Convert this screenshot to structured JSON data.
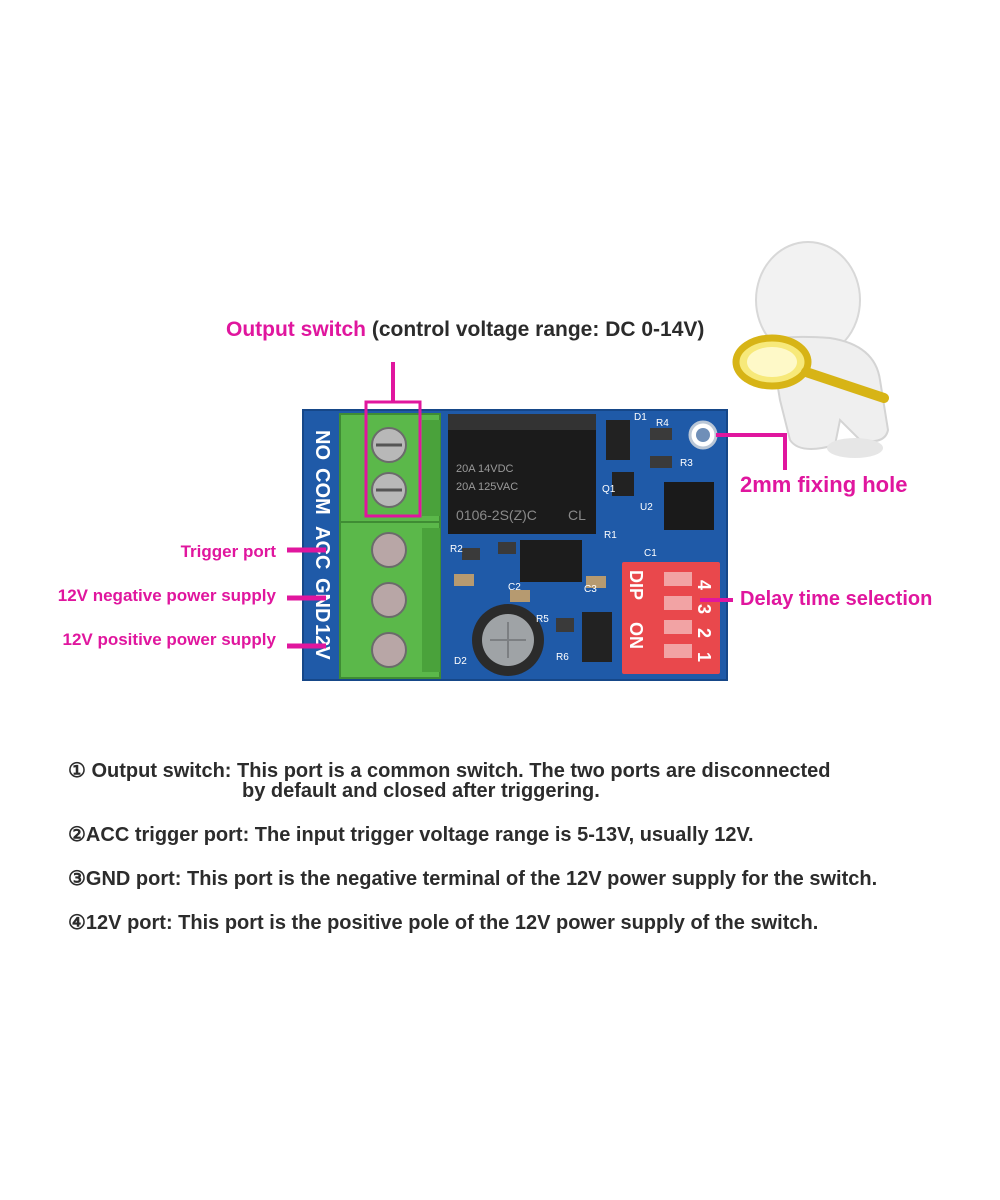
{
  "callouts": {
    "output_switch_label": "Output switch",
    "output_switch_detail": " (control voltage range: DC 0-14V)",
    "trigger_port": "Trigger port",
    "negative_supply": "12V negative power supply",
    "positive_supply": "12V positive power supply",
    "fixing_hole": "2mm fixing hole",
    "delay_selection": "Delay time selection"
  },
  "board": {
    "pin_labels": [
      "NO",
      "COM",
      "ACC",
      "GND",
      "12V"
    ],
    "relay_text": [
      "20A 14VDC",
      "20A 125VAC",
      "0106-2S(Z)C",
      "CL"
    ],
    "dip": {
      "brand": "DIP",
      "on": "ON",
      "numbers": [
        "1",
        "2",
        "3",
        "4"
      ]
    },
    "silk": [
      "D1",
      "R4",
      "R3",
      "Q1",
      "U2",
      "R1",
      "C1",
      "R2",
      "C2",
      "C3",
      "R5",
      "R6",
      "D2"
    ]
  },
  "notes": [
    "① Output switch: This port is a common switch. The two ports are disconnected",
    "by default and closed after triggering.",
    "②ACC trigger port: The input trigger voltage range is 5-13V, usually 12V.",
    "③GND port: This port is the negative terminal of the 12V power supply for the switch.",
    "④12V port: This port is the positive pole of the 12V power supply of the switch."
  ],
  "colors": {
    "accent": "#e0169e",
    "pcb": "#1f5aa8",
    "terminal": "#5bb84a",
    "dip": "#e9484c"
  }
}
